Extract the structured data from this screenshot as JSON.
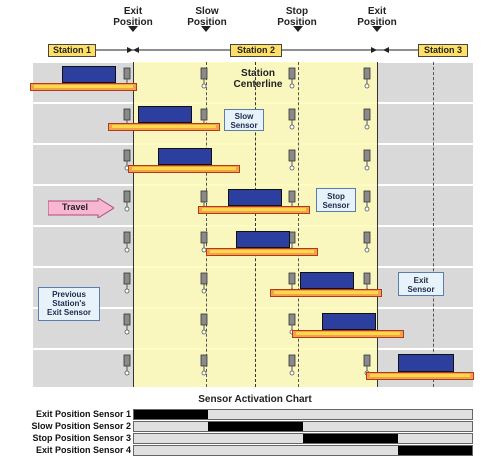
{
  "header": {
    "exit_position_left": "Exit\nPosition",
    "slow_position": "Slow\nPosition",
    "stop_position": "Stop\nPosition",
    "exit_position_right": "Exit\nPosition"
  },
  "stations": {
    "station1": "Station 1",
    "station2": "Station 2",
    "station3": "Station 3"
  },
  "labels": {
    "station_centerline": "Station\nCenterline",
    "slow_sensor": "Slow\nSensor",
    "stop_sensor": "Stop\nSensor",
    "exit_sensor": "Exit\nSensor",
    "previous_exit_sensor": "Previous\nStation's\nExit Sensor",
    "travel": "Travel"
  },
  "chart": {
    "title": "Sensor Activation Chart",
    "rows": [
      {
        "label": "Exit Position Sensor 1",
        "on": [
          [
            0.0,
            0.22
          ]
        ]
      },
      {
        "label": "Slow Position Sensor 2",
        "on": [
          [
            0.22,
            0.5
          ]
        ]
      },
      {
        "label": "Stop Position Sensor 3",
        "on": [
          [
            0.5,
            0.78
          ]
        ]
      },
      {
        "label": "Exit Position Sensor 4",
        "on": [
          [
            0.78,
            1.0
          ]
        ]
      }
    ]
  },
  "colors": {
    "station_fill": "#ffe066",
    "zone_fill": "#fffbb8",
    "row_fill": "#d9d9d9",
    "car": "#2c3f9f",
    "pallet": "#f2a34a",
    "callout": "#e8f2fb",
    "travel_arrow": "#f7b6d2"
  }
}
